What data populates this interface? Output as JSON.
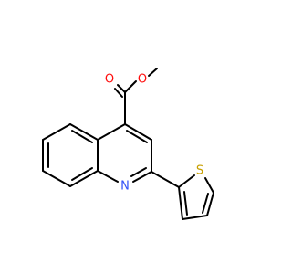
{
  "molecule": {
    "atoms": {
      "o_ether": {
        "symbol": "O",
        "color": "#FF0D0D"
      },
      "o_carbonyl": {
        "symbol": "O",
        "color": "#FF0D0D"
      },
      "n_ring": {
        "symbol": "N",
        "color": "#3050F8"
      },
      "s_ring": {
        "symbol": "S",
        "color": "#C8A000"
      }
    },
    "bond_color": "#000000"
  }
}
